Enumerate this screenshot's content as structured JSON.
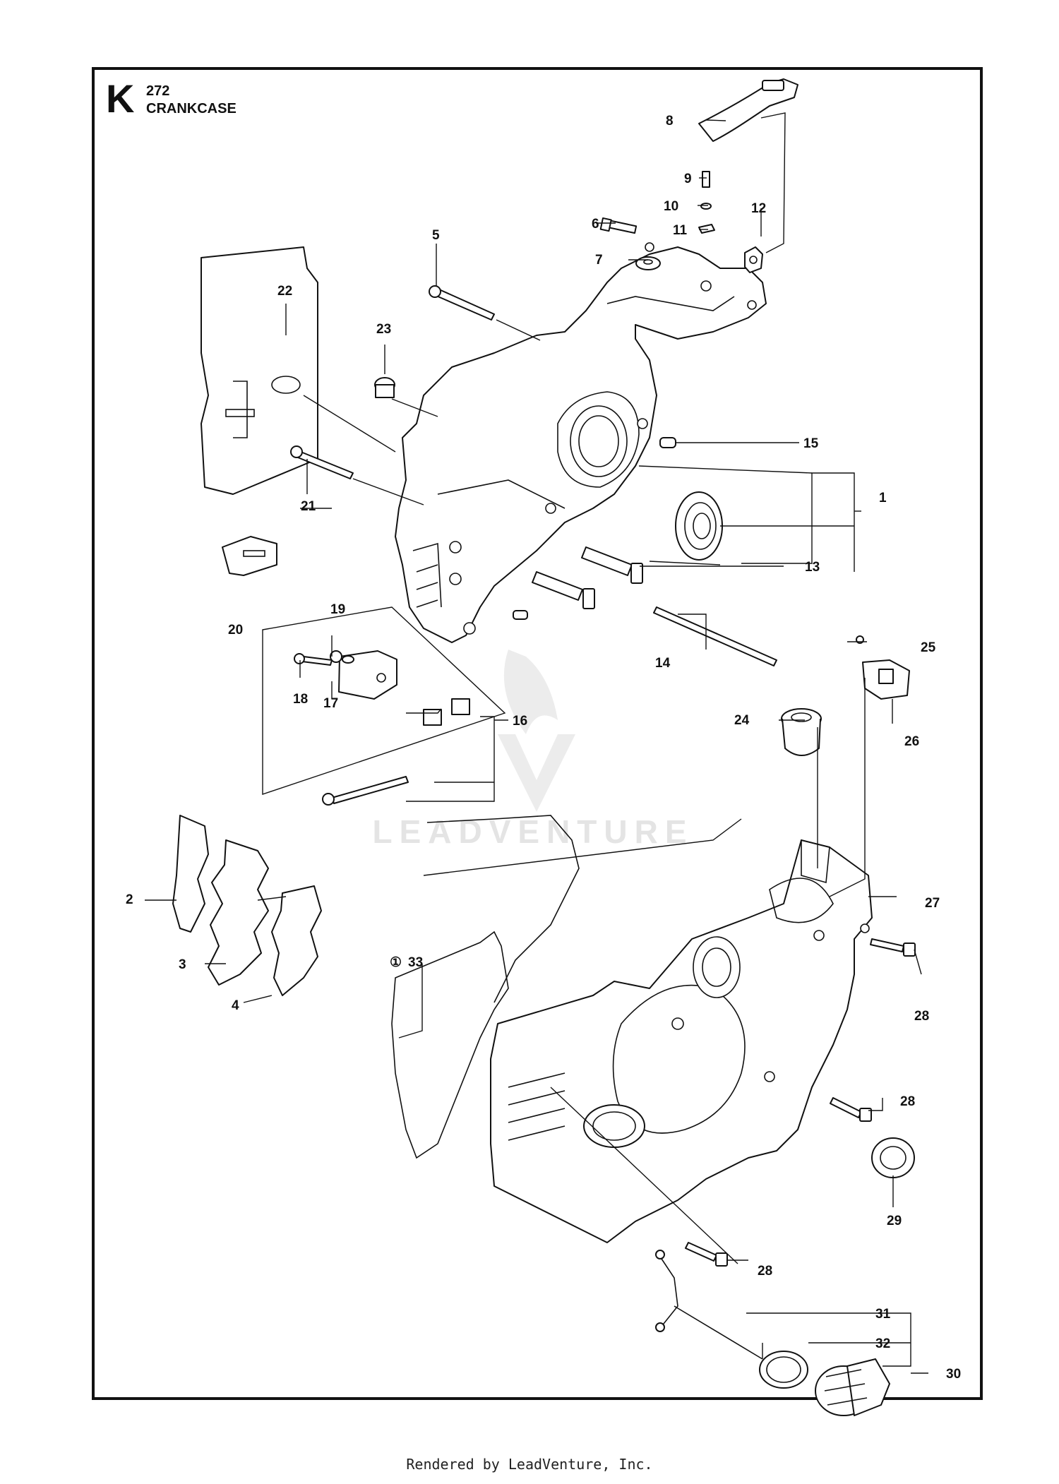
{
  "header": {
    "section_letter": "K",
    "model": "272",
    "section_name": "CRANKCASE"
  },
  "callouts": [
    "1",
    "2",
    "3",
    "4",
    "5",
    "6",
    "7",
    "8",
    "9",
    "10",
    "11",
    "12",
    "13",
    "14",
    "15",
    "16",
    "17",
    "18",
    "19",
    "20",
    "21",
    "22",
    "23",
    "24",
    "25",
    "26",
    "27",
    "28",
    "28",
    "28",
    "29",
    "30",
    "31",
    "32",
    "33"
  ],
  "note_marker": "①",
  "watermark": "LEADVENTURE",
  "footer": "Rendered by LeadVenture, Inc."
}
